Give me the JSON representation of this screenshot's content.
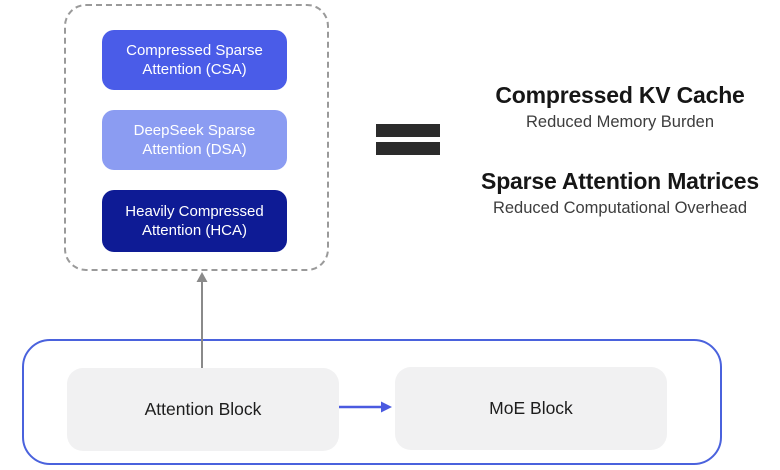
{
  "colors": {
    "background": "#ffffff",
    "csa_box": "#4a5ce8",
    "dsa_box": "#8b9cf2",
    "hca_box": "#0e1b95",
    "box_text": "#ffffff",
    "dashed_border": "#9a9a9a",
    "outer_container_border": "#4a62dd",
    "block_fill": "#f1f1f2",
    "block_text": "#1d1d1d",
    "equals": "#2b2b2b",
    "heading_text": "#161616",
    "subtext": "#3d3d3d",
    "gray_arrow": "#8a8a8a",
    "blue_arrow": "#4a5ae0"
  },
  "attention_variants": {
    "items": [
      {
        "label": "Compressed Sparse Attention (CSA)"
      },
      {
        "label": "DeepSeek Sparse Attention (DSA)"
      },
      {
        "label": "Heavily Compressed Attention (HCA)"
      }
    ]
  },
  "benefits": [
    {
      "title": "Compressed KV Cache",
      "subtitle": "Reduced Memory Burden"
    },
    {
      "title": "Sparse Attention Matrices",
      "subtitle": "Reduced Computational Overhead"
    }
  ],
  "pipeline": {
    "blocks": [
      {
        "label": "Attention Block"
      },
      {
        "label": "MoE Block"
      }
    ]
  }
}
